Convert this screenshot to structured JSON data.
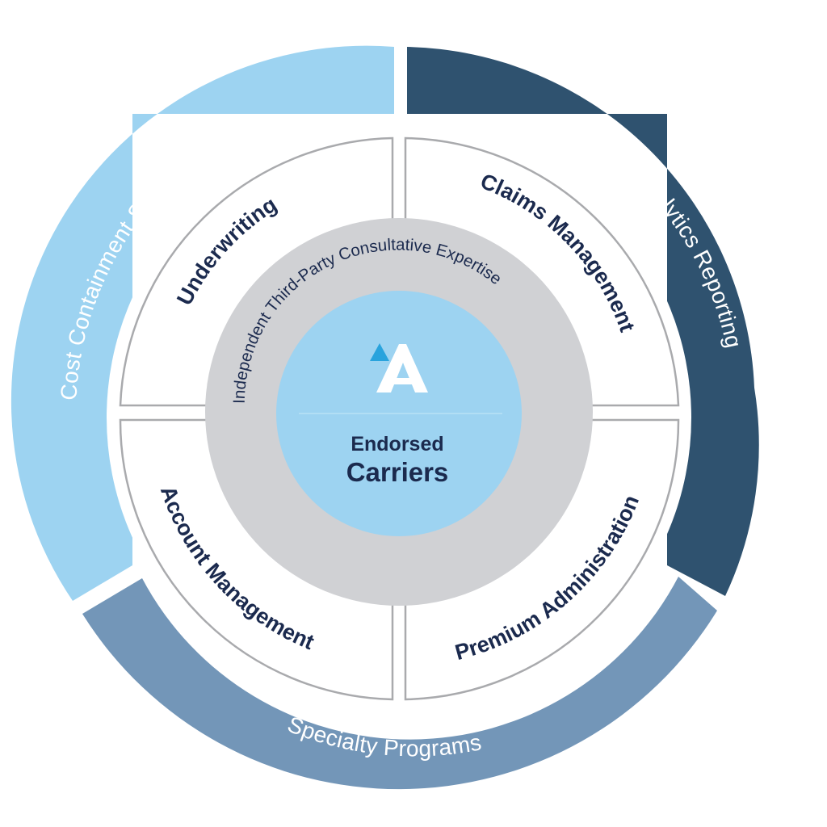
{
  "outer_ring": {
    "cost_containment": "Cost Containment Solutions",
    "data_analytics": "Data Analytics Reporting",
    "specialty_programs": "Specialty Programs"
  },
  "quadrants": {
    "underwriting": "Underwriting",
    "claims_management": "Claims Management",
    "account_management": "Account Management",
    "premium_administration": "Premium Administration"
  },
  "inner_ring": {
    "label": "Independent Third-Party Consultative Expertise"
  },
  "center": {
    "line1": "Endorsed",
    "line2": "Carriers",
    "logo": "stylized-a-logo-icon"
  },
  "colors": {
    "light_blue": "#9dd3f1",
    "dark_navy": "#2f526f",
    "steel_blue": "#7396b8",
    "gray": "#d0d1d4",
    "center_blue": "#9dd3f1",
    "text_navy": "#1b2a4e",
    "logo_accent": "#29a3dd"
  }
}
